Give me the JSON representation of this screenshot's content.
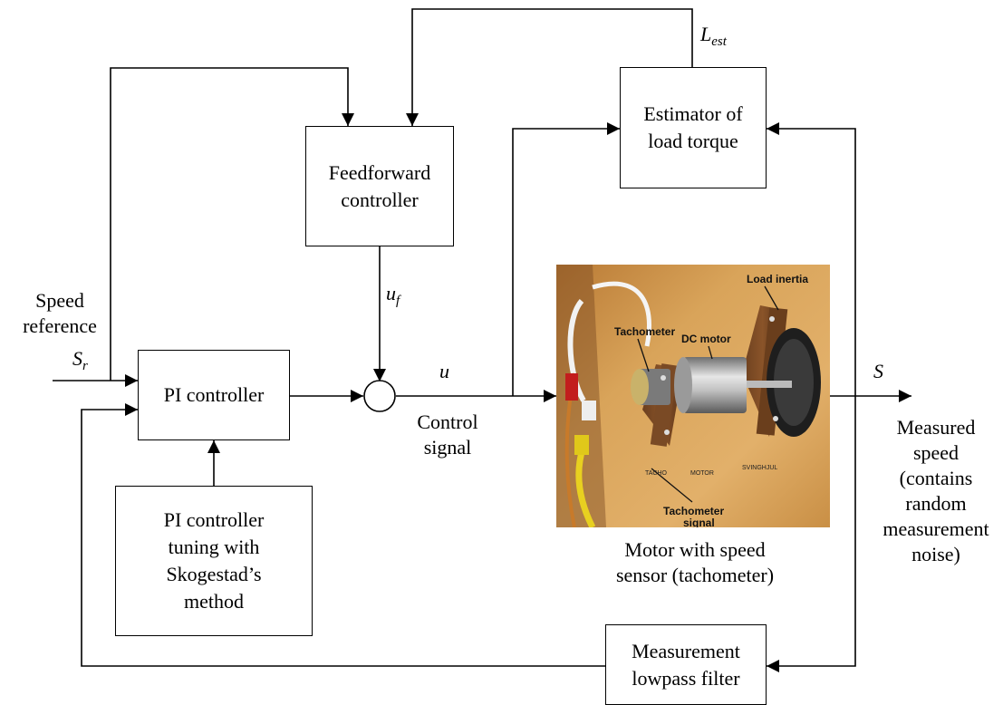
{
  "blocks": {
    "estimator": {
      "line1": "Estimator of",
      "line2": "load torque"
    },
    "feedforward": {
      "line1": "Feedforward",
      "line2": "controller"
    },
    "pi": {
      "label": "PI controller"
    },
    "tuning": {
      "line1": "PI controller",
      "line2": "tuning with",
      "line3": "Skogestad’s",
      "line4": "method"
    },
    "filter": {
      "line1": "Measurement",
      "line2": "lowpass filter"
    }
  },
  "signals": {
    "lest_main": "L",
    "lest_sub": "est",
    "uf_main": "u",
    "uf_sub": "f",
    "u": "u",
    "control_line1": "Control",
    "control_line2": "signal",
    "speed_ref_line1": "Speed",
    "speed_ref_line2": "reference",
    "sr_main": "S",
    "sr_sub": "r",
    "s": "S",
    "measured_line1": "Measured",
    "measured_line2": "speed",
    "measured_line3": "(contains",
    "measured_line4": "random",
    "measured_line5": "measurement",
    "measured_line6": "noise)"
  },
  "photo": {
    "caption_line1": "Motor with speed",
    "caption_line2": "sensor (tachometer)",
    "label_load_inertia": "Load inertia",
    "label_tachometer": "Tachometer",
    "label_dc_motor": "DC motor",
    "label_tacho_signal_line1": "Tachometer",
    "label_tacho_signal_line2": "signal",
    "board_tacho": "TACHO",
    "board_motor": "MOTOR",
    "board_svinghjul": "SVINGHJUL"
  },
  "colors": {
    "line": "#000000",
    "wood": "#d9a45a",
    "metal": "#b8b8b8"
  }
}
